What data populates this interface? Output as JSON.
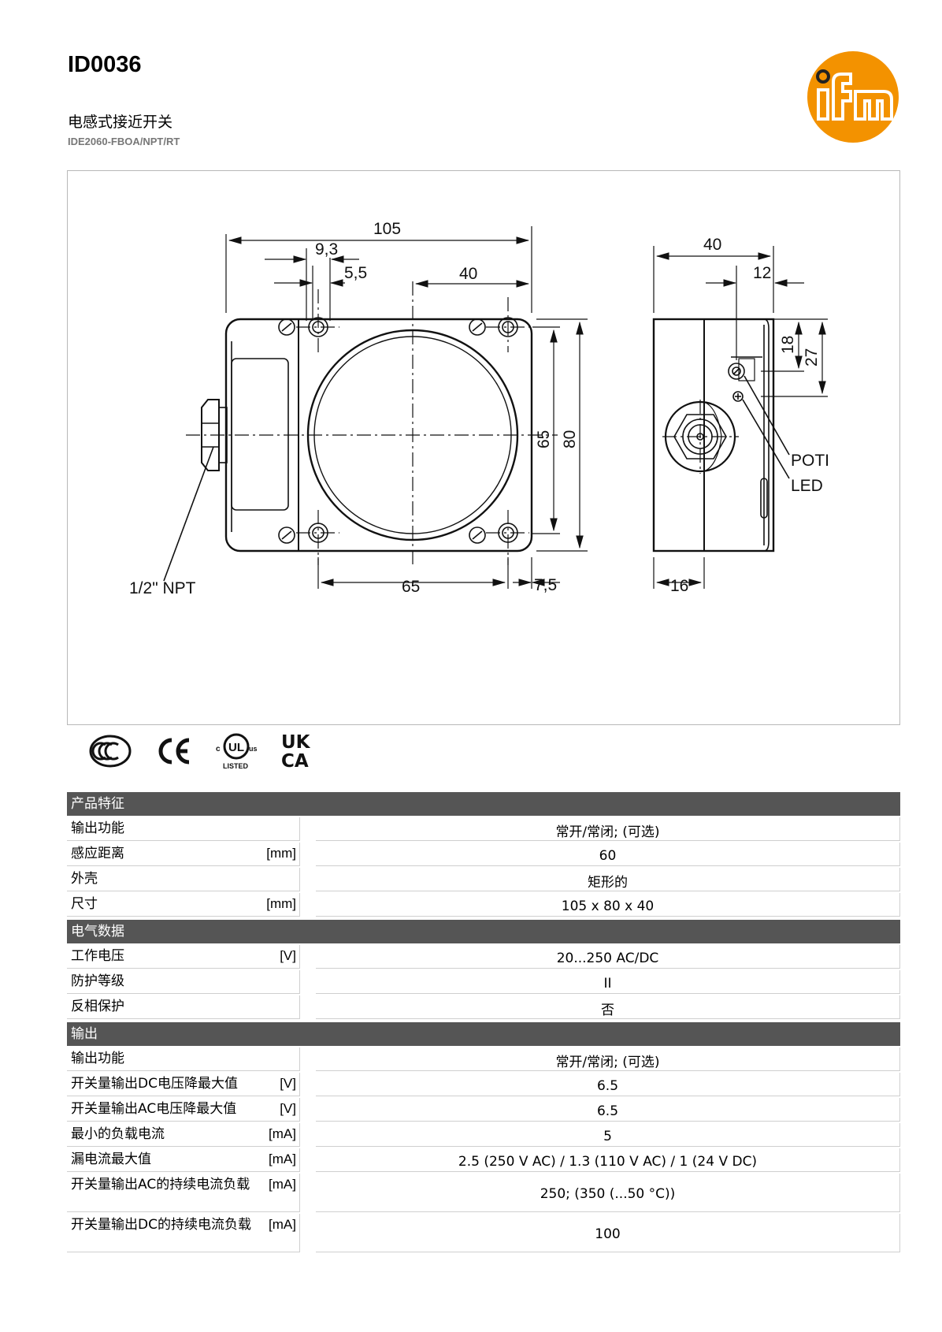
{
  "header": {
    "title": "ID0036",
    "subtitle": "电感式接近开关",
    "model": "IDE2060-FBOA/NPT/RT"
  },
  "colors": {
    "brand_orange": "#f39200",
    "section_bg": "#555555"
  },
  "drawing": {
    "dims": {
      "d105": "105",
      "d9_3": "9,3",
      "d5_5": "5,5",
      "d40_top": "40",
      "d65_v": "65",
      "d80_v": "80",
      "d65_h": "65",
      "d7_5": "7,5",
      "d40_side": "40",
      "d12": "12",
      "d18": "18",
      "d27": "27",
      "d16": "16"
    },
    "labels": {
      "npt": "1/2\" NPT",
      "poti": "POTI",
      "led": "LED"
    }
  },
  "certifications": [
    "ccc-mark-icon",
    "ce-mark-icon",
    "ul-listed-icon",
    "ukca-mark-icon"
  ],
  "cert_text": {
    "ul_c": "c",
    "ul_ul": "UL",
    "ul_us": "us",
    "ul_listed": "LISTED",
    "uk": "UK",
    "ca": "CA"
  },
  "sections": [
    {
      "title": "产品特征",
      "rows": [
        {
          "label": "输出功能",
          "unit": "",
          "value": "常开/常闭; (可选)"
        },
        {
          "label": "感应距离",
          "unit": "[mm]",
          "value": "60"
        },
        {
          "label": "外壳",
          "unit": "",
          "value": "矩形的"
        },
        {
          "label": "尺寸",
          "unit": "[mm]",
          "value": "105 x 80 x 40"
        }
      ]
    },
    {
      "title": "电气数据",
      "rows": [
        {
          "label": "工作电压",
          "unit": "[V]",
          "value": "20...250 AC/DC"
        },
        {
          "label": "防护等级",
          "unit": "",
          "value": "II"
        },
        {
          "label": "反相保护",
          "unit": "",
          "value": "否"
        }
      ]
    },
    {
      "title": "输出",
      "rows": [
        {
          "label": "输出功能",
          "unit": "",
          "value": "常开/常闭; (可选)"
        },
        {
          "label": "开关量输出DC电压降最大值",
          "unit": "[V]",
          "value": "6.5"
        },
        {
          "label": "开关量输出AC电压降最大值",
          "unit": "[V]",
          "value": "6.5"
        },
        {
          "label": "最小的负载电流",
          "unit": "[mA]",
          "value": "5"
        },
        {
          "label": "漏电流最大值",
          "unit": "[mA]",
          "value": "2.5 (250 V AC) / 1.3 (110 V AC) / 1 (24 V DC)"
        },
        {
          "label": "开关量输出AC的持续电流负载",
          "unit": "[mA]",
          "value": "250; (350 (...50 °C))"
        },
        {
          "label": "开关量输出DC的持续电流负载",
          "unit": "[mA]",
          "value": "100"
        }
      ]
    }
  ]
}
